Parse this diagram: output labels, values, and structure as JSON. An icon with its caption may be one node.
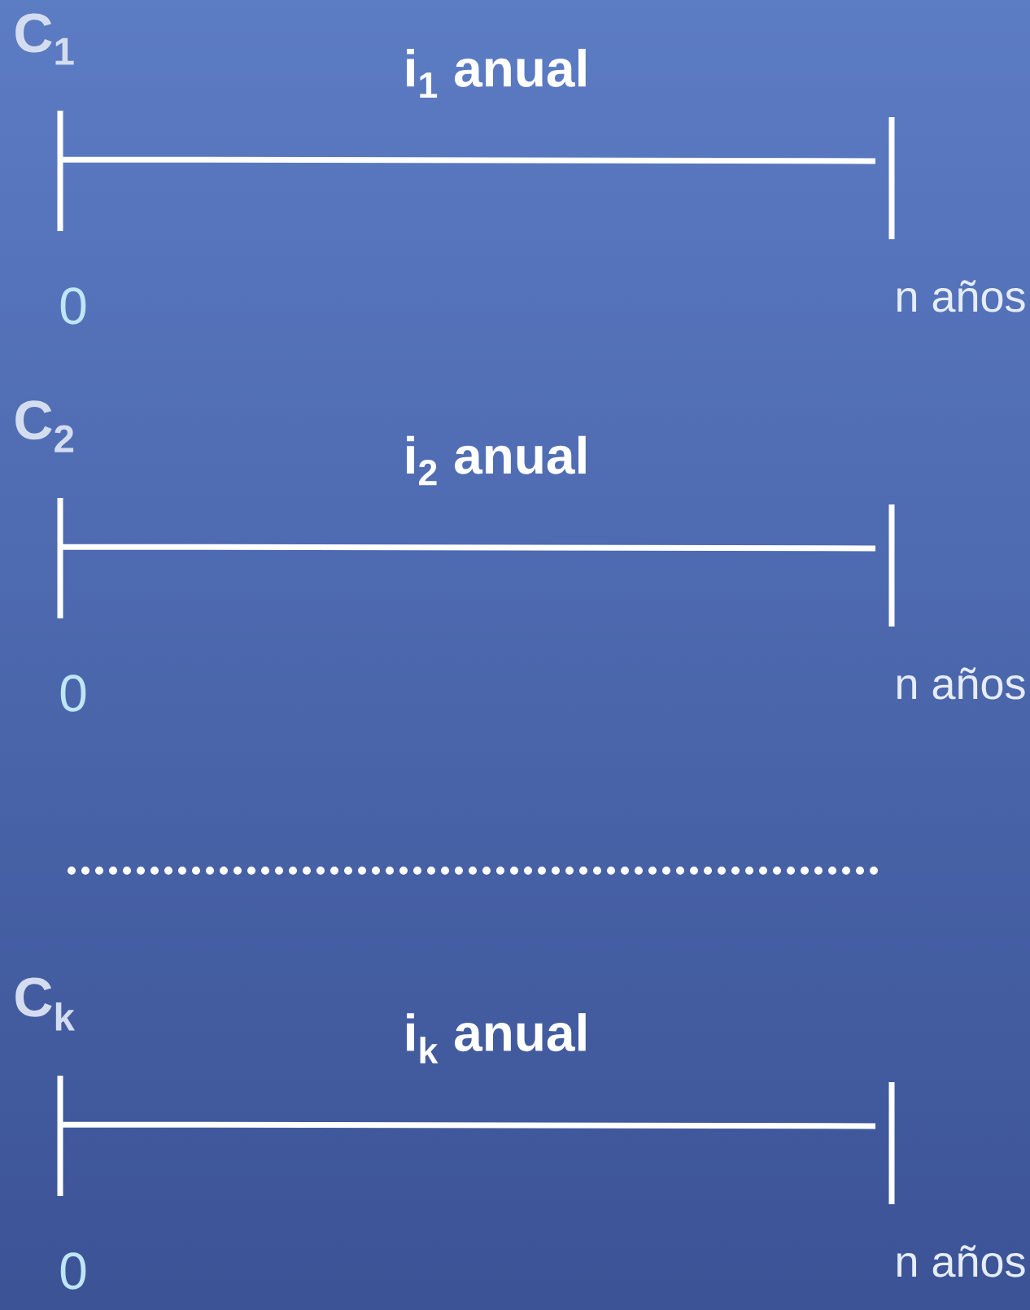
{
  "diagram": {
    "labels": [
      "C$_{1}$",
      "i$_{1}$ anual",
      "0",
      "n años",
      "C$_{2}$",
      "i$_{2}$ anual",
      "0",
      "n años",
      "C$_{k}$",
      "i$_{k}$ anual",
      "0",
      "n años"
    ]
  }
}
